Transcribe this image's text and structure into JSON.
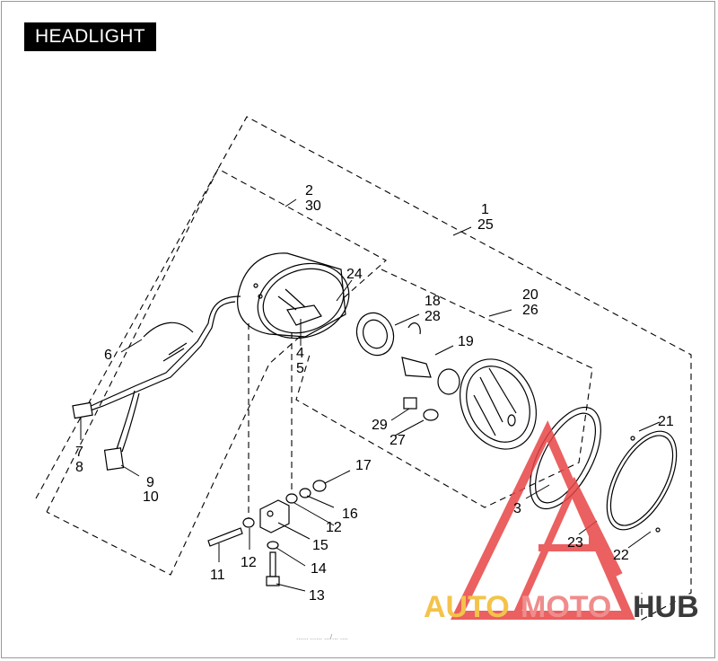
{
  "title": "HEADLIGHT",
  "callouts": {
    "c1": "1",
    "c25": "25",
    "c2": "2",
    "c30": "30",
    "c24": "24",
    "c18": "18",
    "c28": "28",
    "c20": "20",
    "c26": "26",
    "c19": "19",
    "c6": "6",
    "c4": "4",
    "c5": "5",
    "c7": "7",
    "c8": "8",
    "c9": "9",
    "c10": "10",
    "c29": "29",
    "c27": "27",
    "c21": "21",
    "c17": "17",
    "c16": "16",
    "c12a": "12",
    "c15": "15",
    "c12b": "12",
    "c11": "11",
    "c14": "14",
    "c13": "13",
    "c3": "3",
    "c23": "23",
    "c22": "22"
  },
  "watermark": {
    "part1": "AUTO",
    "part2": "MOTO",
    "part3": "HUB",
    "colors": {
      "auto": "#f3c34a",
      "moto": "#f08c8c",
      "hub": "#3a3a3a",
      "triangle": "#e84545"
    }
  },
  "footer_note": "...... ...... .../... ...."
}
